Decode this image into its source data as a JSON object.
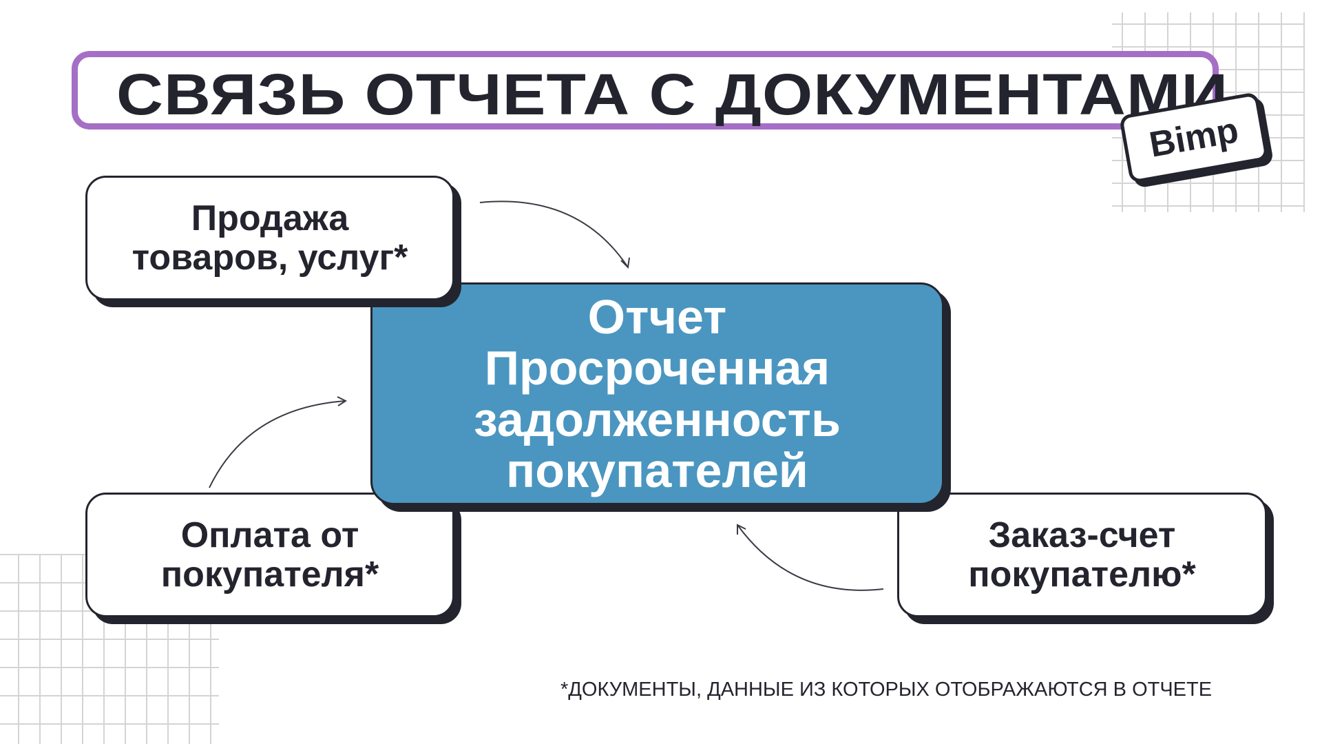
{
  "title": "СВЯЗЬ ОТЧЕТА С ДОКУМЕНТАМИ",
  "logo": "Bimp",
  "center": {
    "lines": [
      "Отчет",
      "Просроченная",
      "задолженность",
      "покупателей"
    ]
  },
  "documents": [
    {
      "lines": [
        "Продажа",
        "товаров, услуг*"
      ]
    },
    {
      "lines": [
        "Оплата от",
        "покупателя*"
      ]
    },
    {
      "lines": [
        "Заказ-счет",
        "покупателю*"
      ]
    }
  ],
  "footnote": "*ДОКУМЕНТЫ, ДАННЫЕ ИЗ КОТОРЫХ ОТОБРАЖАЮТСЯ В ОТЧЕТЕ",
  "colors": {
    "accent": "#a56fc6",
    "center": "#4a96c0",
    "ink": "#24242e"
  }
}
